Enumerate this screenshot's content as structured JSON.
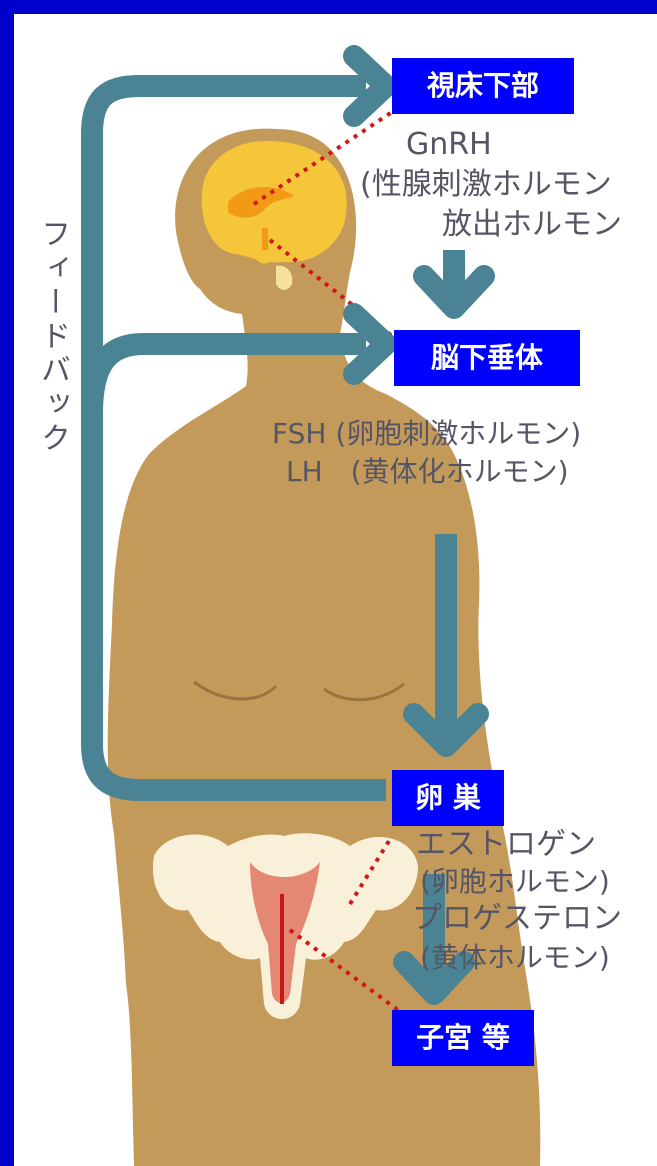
{
  "colors": {
    "page_border": "#0000cc",
    "label_box": "#0000ff",
    "label_text": "#ffffff",
    "body_silhouette": "#c49a5a",
    "arrow": "#4a8494",
    "hormone_text": "#555566",
    "brain": "#f6c63a",
    "reproductive_organs": "#f8f0d8",
    "pointer_line": "#d01818"
  },
  "labels": {
    "hypothalamus": "視床下部",
    "pituitary": "脳下垂体",
    "ovary": "卵 巣",
    "uterus": "子宮 等"
  },
  "feedback_label": "フィードバック",
  "hormones": {
    "gnrh": {
      "line1": "GnRH",
      "line2": "(性腺刺激ホルモン",
      "line3": "放出ホルモン"
    },
    "pituitary_hormones": {
      "line1": "FSH (卵胞刺激ホルモン)",
      "line2": "LH　(黄体化ホルモン)"
    },
    "ovarian_hormones": {
      "line1": "エストロゲン",
      "line2": "(卵胞ホルモン)",
      "line3": "プロゲステロン",
      "line4": "(黄体ホルモン)"
    }
  },
  "icons": [
    "brain-icon",
    "uterus-ovaries-icon",
    "body-silhouette-icon"
  ]
}
